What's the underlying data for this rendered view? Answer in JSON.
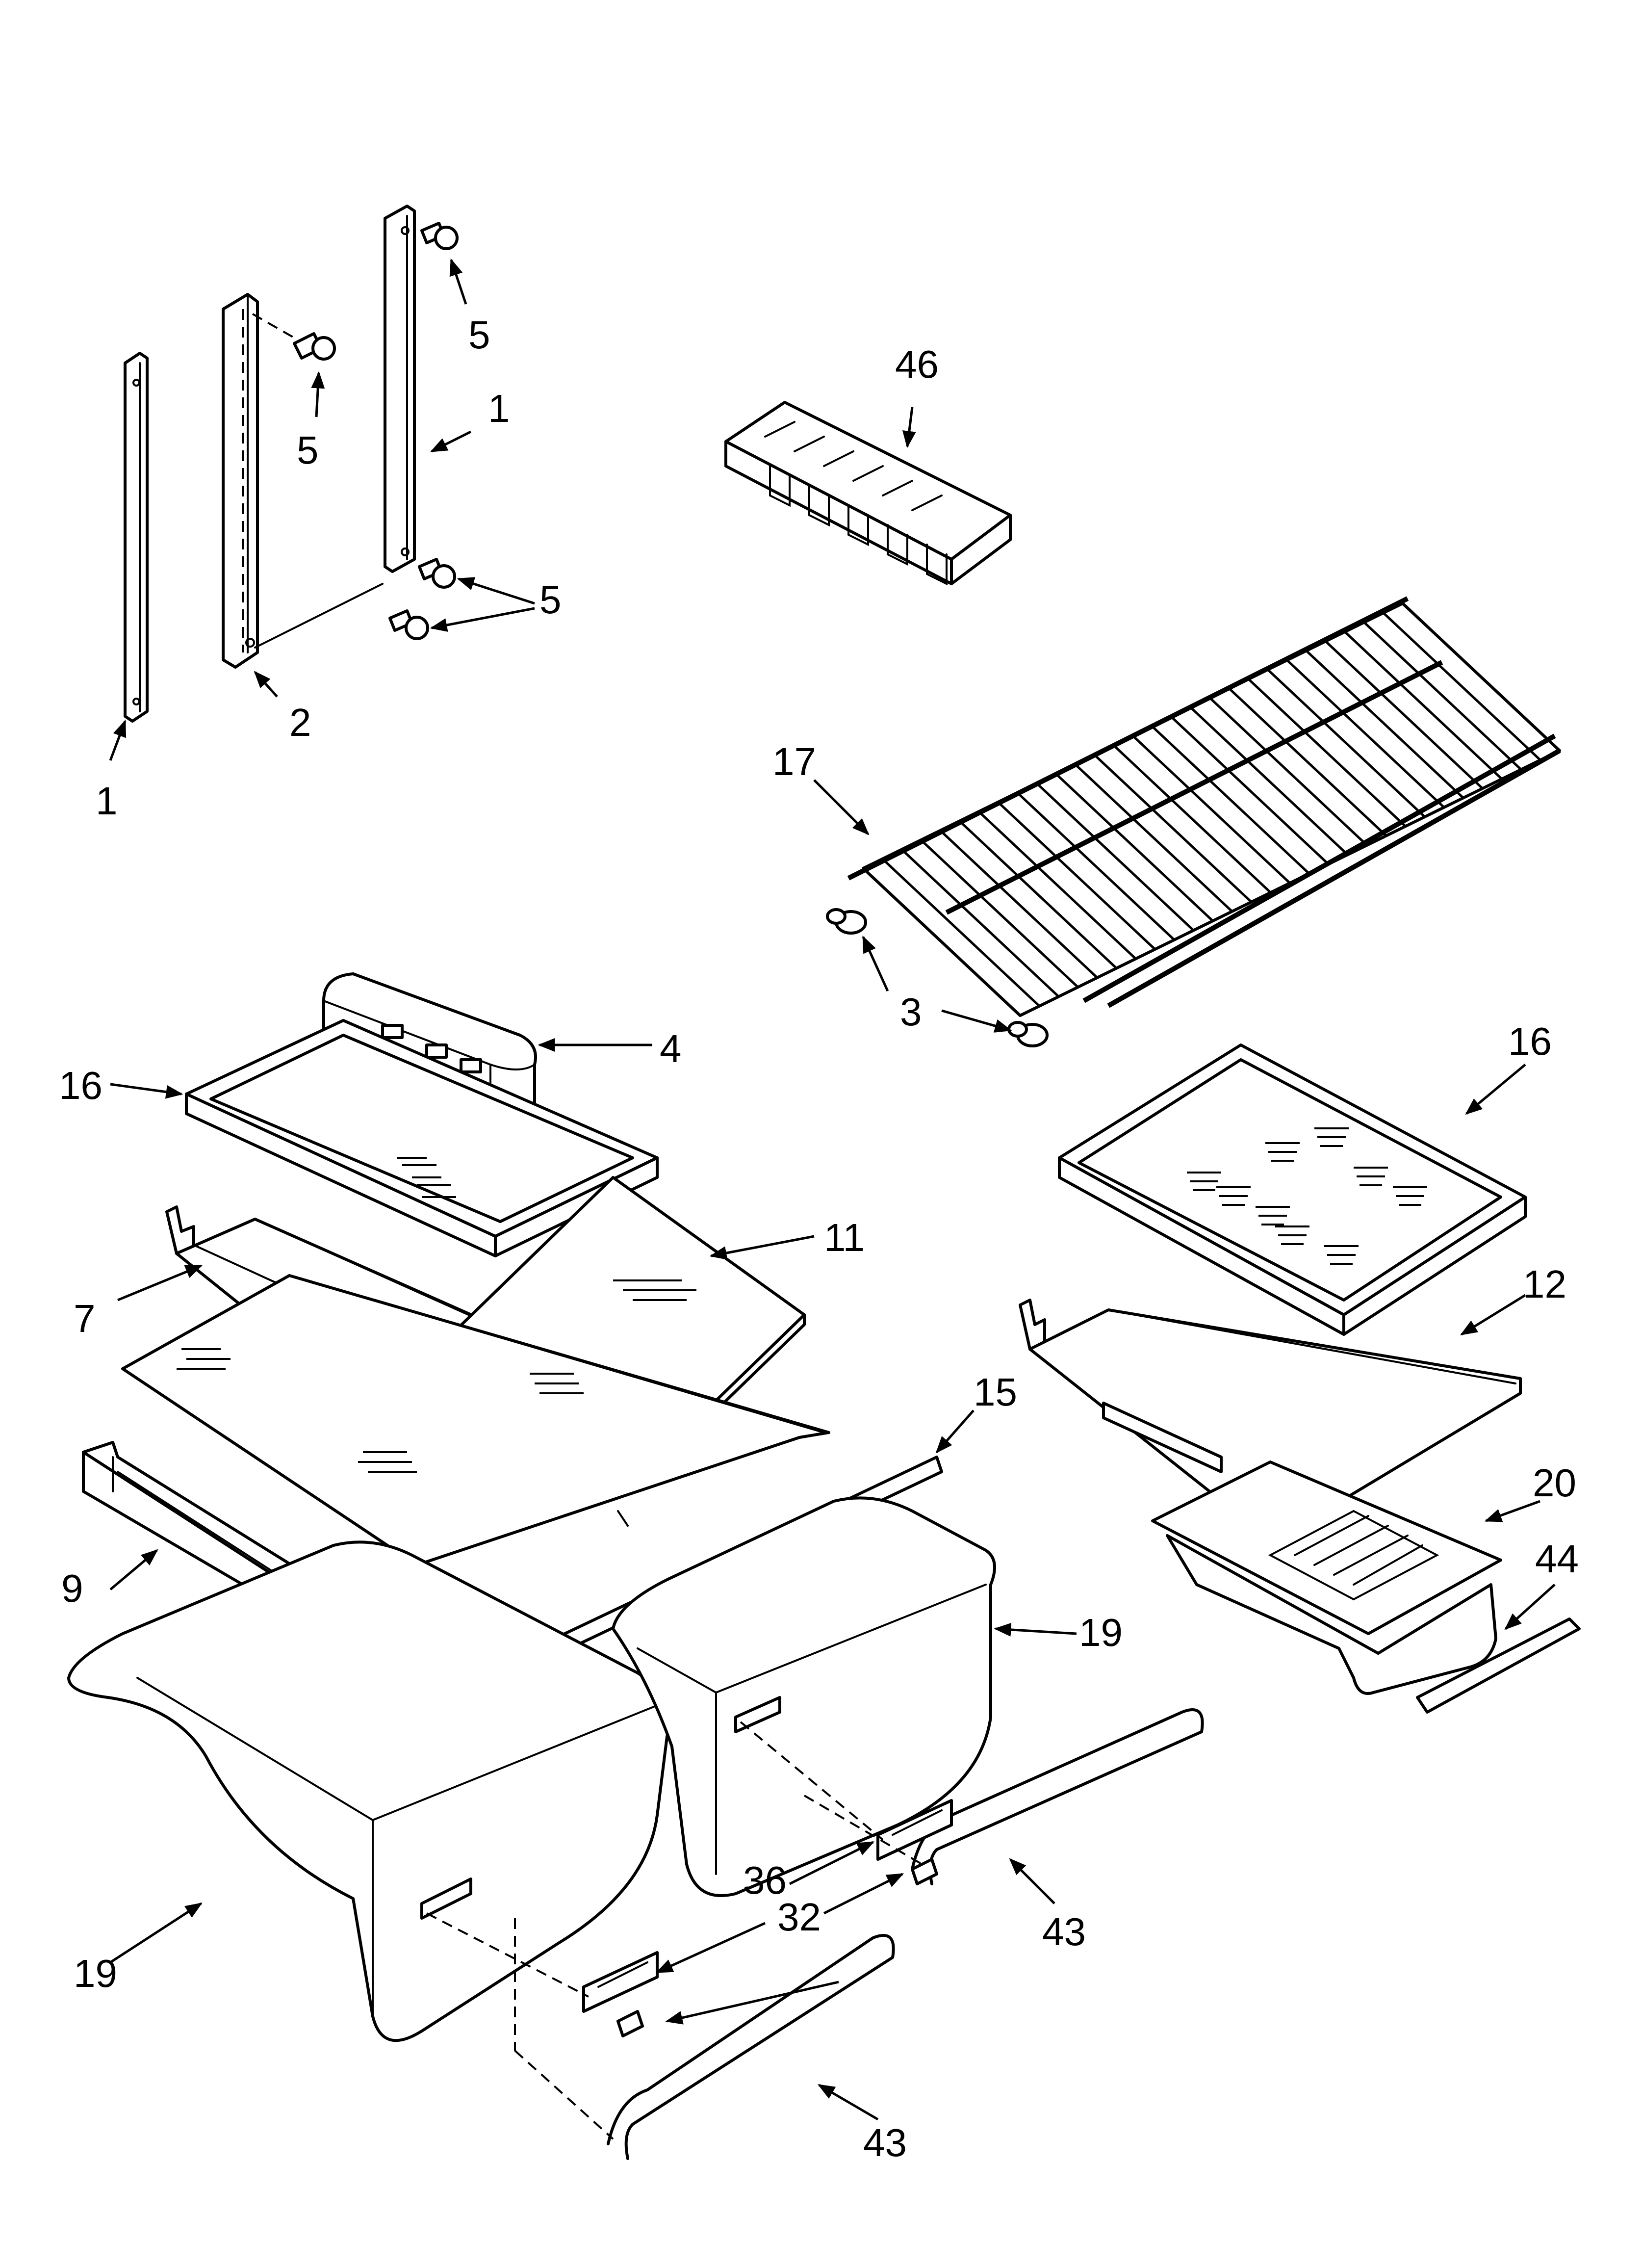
{
  "diagram": {
    "labels": {
      "l1a": "1",
      "l1b": "1",
      "l2": "2",
      "l3": "3",
      "l4": "4",
      "l5a": "5",
      "l5b": "5",
      "l5c": "5",
      "l7": "7",
      "l9": "9",
      "l11": "11",
      "l12": "12",
      "l15": "15",
      "l16a": "16",
      "l16b": "16",
      "l17": "17",
      "l19a": "19",
      "l19b": "19",
      "l20": "20",
      "l32": "32",
      "l36": "36",
      "l43a": "43",
      "l43b": "43",
      "l44": "44",
      "l46": "46"
    }
  }
}
